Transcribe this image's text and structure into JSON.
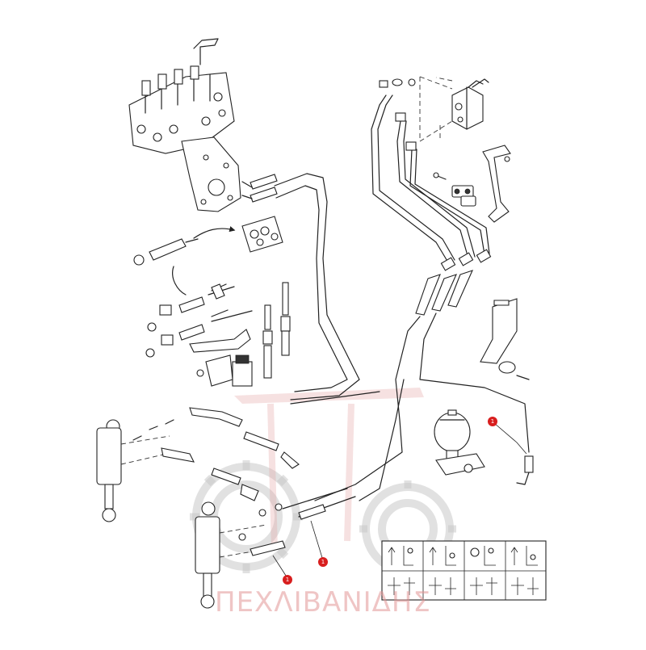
{
  "watermark": {
    "text": "ΠΕΧΛΙΒΑΝΙΔΗΣ",
    "color": "#e0a0a0"
  },
  "callouts": {
    "color": "#d81e1e",
    "items": [
      {
        "id": "callout-1",
        "label": "1"
      },
      {
        "id": "callout-2",
        "label": "1"
      },
      {
        "id": "callout-3",
        "label": "1"
      }
    ]
  },
  "legend_panel": {
    "columns": 4,
    "rows": 2
  }
}
